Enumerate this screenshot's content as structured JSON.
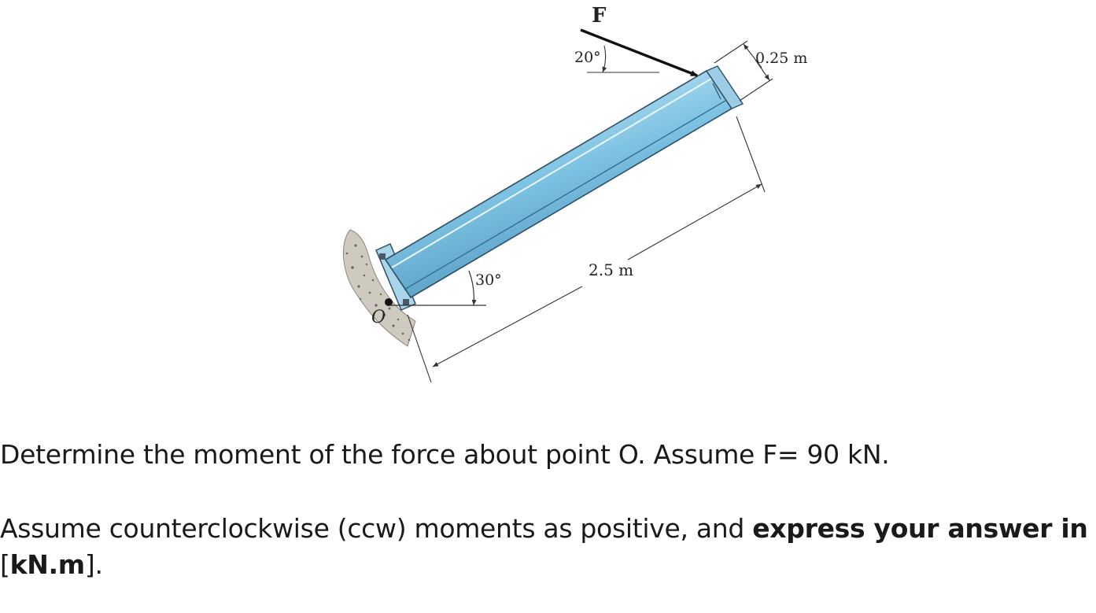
{
  "figure": {
    "force_label": "F",
    "force_angle_label": "20°",
    "width_label": "0.25 m",
    "length_label": "2.5 m",
    "base_angle_label": "30°",
    "point_label": "O"
  },
  "problem": {
    "statement": "Determine the moment of the force about point O. Assume F= 90 kN.",
    "instruction_part1": "Assume counterclockwise (ccw) moments as positive, and ",
    "instruction_bold": "express your answer in",
    "unit_open": "[",
    "unit_bold": "kN.m",
    "unit_close": "]."
  },
  "colors": {
    "beam_fill": "#7ec3e3",
    "beam_edge": "#2f4f66",
    "ground": "#bdb8ae"
  }
}
